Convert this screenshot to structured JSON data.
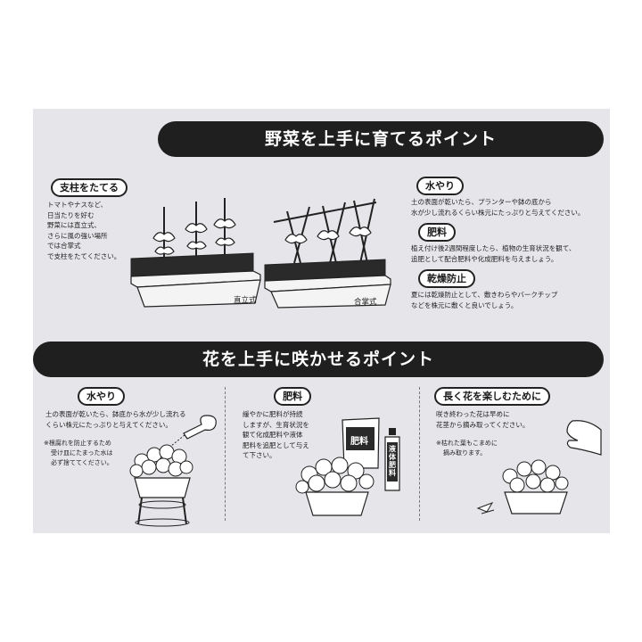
{
  "vegetable": {
    "title": "野菜を上手に育てるポイント",
    "stake": {
      "heading": "支柱をたてる",
      "text": [
        "トマトやナスなど、",
        "日当たりを好む",
        "野菜には直立式、",
        "さらに風の強い場所",
        "では合掌式",
        "で支柱をたてください。"
      ],
      "label_straight": "直立式",
      "label_crossed": "合掌式"
    },
    "water": {
      "heading": "水やり",
      "text": [
        "土の表面が乾いたら、プランターや鉢の底から",
        "水が少し流れるくらい株元にたっぷりと与えてください。"
      ]
    },
    "fertilizer": {
      "heading": "肥料",
      "text": [
        "植え付け後2週間程度したら、植物の生育状況を観て、",
        "追肥として配合肥料や化成肥料を与えましょう。"
      ]
    },
    "drying": {
      "heading": "乾燥防止",
      "text": [
        "夏には乾燥防止として、敷きわらやバークチップ",
        "などを株元に敷くと良いでしょう。"
      ]
    }
  },
  "flower": {
    "title": "花を上手に咲かせるポイント",
    "water": {
      "heading": "水やり",
      "text": [
        "土の表面が乾いたら、鉢底から水が少し流れる",
        "くらい株元にたっぷりと与えてください。"
      ],
      "note": [
        "※根腐れを防止するため",
        "受け皿にたまった水は",
        "必ず捨ててください。"
      ]
    },
    "fertilizer": {
      "heading": "肥料",
      "text": [
        "緩やかに肥料が持続",
        "しますが、生育状況を",
        "観て化成肥料や液体",
        "肥料を追肥として与え",
        "て下さい。"
      ],
      "bag_label": "肥料",
      "bottle_label": "液体肥料"
    },
    "longbloom": {
      "heading": "長く花を楽しむために",
      "text": [
        "咲き終わった花は早めに",
        "花茎から摘み取ってください。"
      ],
      "note": [
        "※枯れた葉もこまめに",
        "摘み取ります。"
      ]
    }
  }
}
